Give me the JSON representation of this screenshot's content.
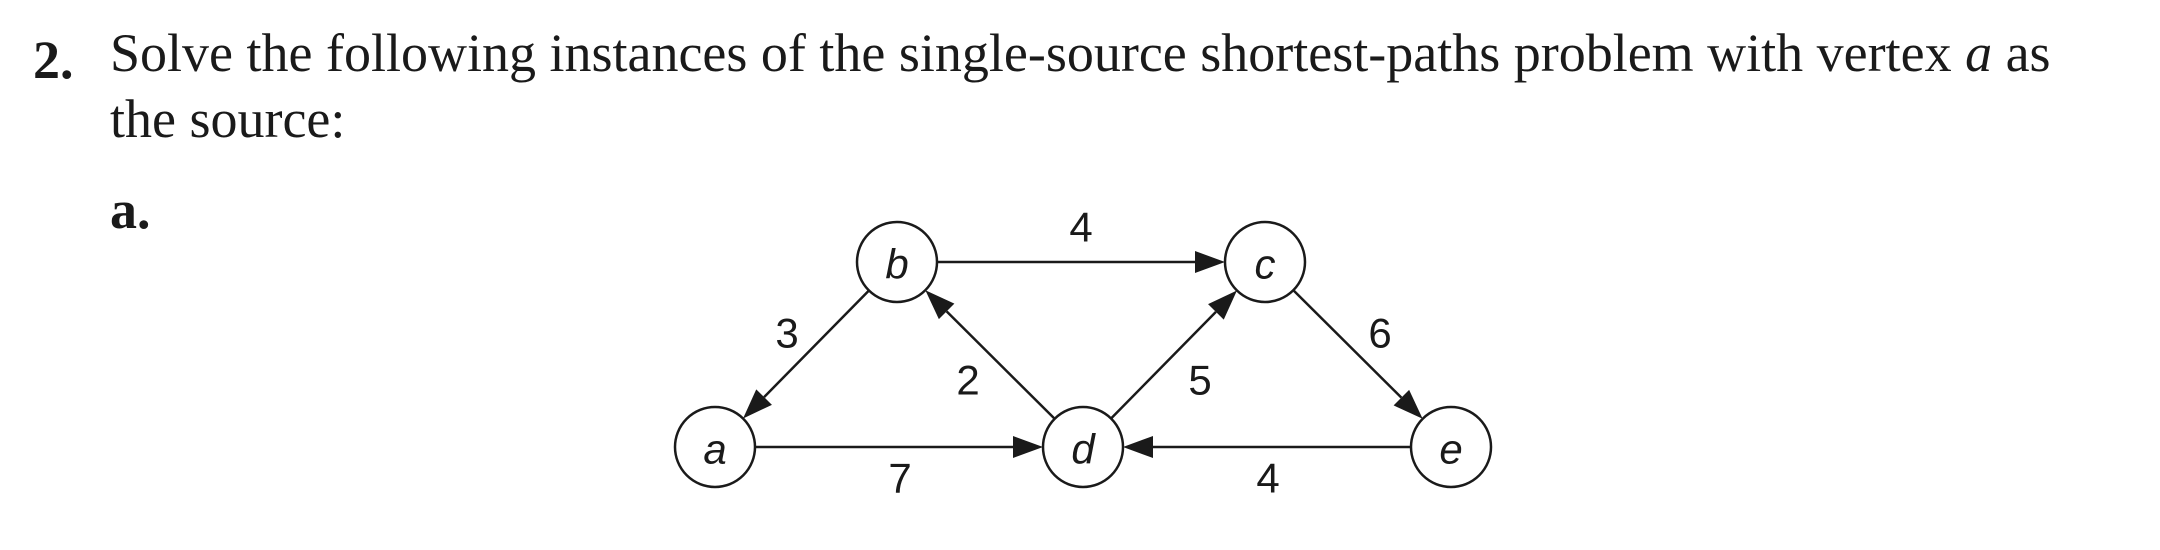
{
  "problem": {
    "number": "2.",
    "text_before_var": "Solve the following instances of the single-source shortest-paths problem with vertex ",
    "source_var": "a",
    "text_after_var": " as the source:"
  },
  "subpart": {
    "label": "a."
  },
  "graph": {
    "type": "directed-weighted-graph",
    "nodes": [
      {
        "id": "a",
        "label": "a"
      },
      {
        "id": "b",
        "label": "b"
      },
      {
        "id": "c",
        "label": "c"
      },
      {
        "id": "d",
        "label": "d"
      },
      {
        "id": "e",
        "label": "e"
      }
    ],
    "edges": [
      {
        "from": "b",
        "to": "c",
        "weight": "4"
      },
      {
        "from": "b",
        "to": "a",
        "weight": "3"
      },
      {
        "from": "d",
        "to": "b",
        "weight": "2"
      },
      {
        "from": "d",
        "to": "c",
        "weight": "5"
      },
      {
        "from": "c",
        "to": "e",
        "weight": "6"
      },
      {
        "from": "a",
        "to": "d",
        "weight": "7"
      },
      {
        "from": "e",
        "to": "d",
        "weight": "4"
      }
    ]
  }
}
